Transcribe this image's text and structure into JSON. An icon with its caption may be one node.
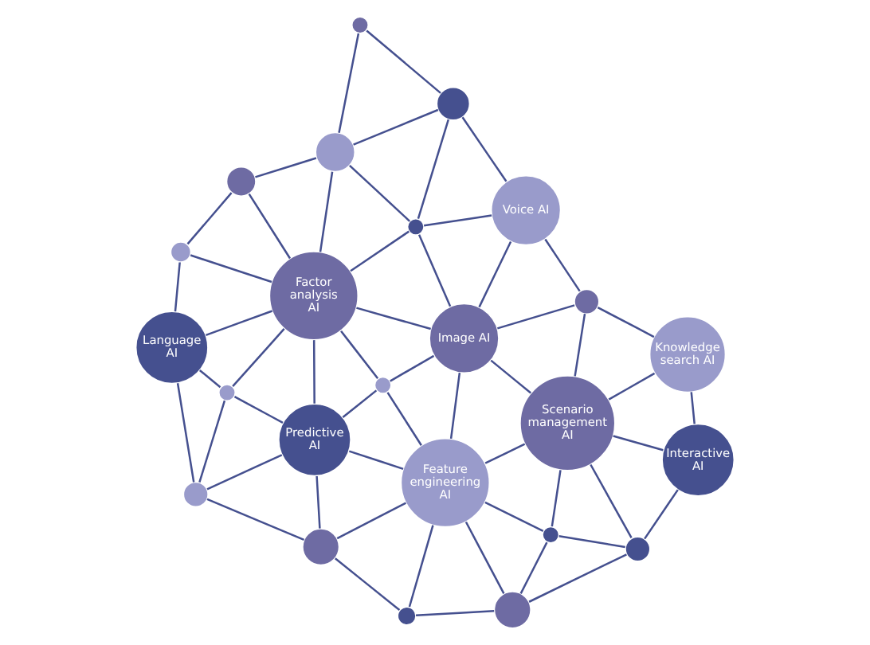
{
  "diagram": {
    "nodes": [
      {
        "text": [
          "Feature engineering AI"
        ]
      },
      {
        "text": [
          "Predictive AI"
        ]
      },
      {
        "text": [
          "Scenario management AI"
        ]
      },
      {
        "text": [
          "Interactive AI"
        ]
      },
      {
        "text": [
          "Language AI"
        ]
      },
      {
        "text": [
          "Image AI"
        ]
      },
      {
        "text": [
          "Factor analysis AI"
        ]
      },
      {
        "text": [
          "Knowledge search AI"
        ]
      },
      {
        "text": [
          "Voice AI"
        ]
      },
      {
        "text": [],
        "shape": "circle"
      },
      {
        "text": [],
        "shape": "circle"
      },
      {
        "text": [],
        "shape": "circle"
      },
      {
        "text": [],
        "shape": "circle"
      },
      {
        "text": [],
        "shape": "circle"
      },
      {
        "text": [],
        "shape": "circle"
      },
      {
        "text": [],
        "shape": "circle"
      },
      {
        "text": [],
        "shape": "circle"
      },
      {
        "text": [],
        "shape": "circle"
      },
      {
        "text": [],
        "shape": "circle"
      },
      {
        "text": [],
        "shape": "circle"
      },
      {
        "text": [],
        "shape": "circle"
      },
      {
        "text": [],
        "shape": "circle"
      },
      {
        "text": [],
        "shape": "circle"
      },
      {
        "text": [],
        "shape": "circle"
      }
    ],
    "edges": [
      {
        "from": 10,
        "to": 9,
        "arrow": "none"
      },
      {
        "from": 9,
        "to": 11,
        "arrow": "none"
      },
      {
        "from": 9,
        "to": 0,
        "arrow": "none"
      },
      {
        "from": 10,
        "to": 12,
        "arrow": "none"
      },
      {
        "from": 10,
        "to": 13,
        "arrow": "none"
      },
      {
        "from": 10,
        "to": 0,
        "arrow": "none"
      },
      {
        "from": 12,
        "to": 13,
        "arrow": "none"
      },
      {
        "from": 13,
        "to": 0,
        "arrow": "none"
      },
      {
        "from": 12,
        "to": 2,
        "arrow": "none"
      },
      {
        "from": 13,
        "to": 2,
        "arrow": "none"
      },
      {
        "from": 12,
        "to": 3,
        "arrow": "none"
      },
      {
        "from": 3,
        "to": 2,
        "arrow": "none"
      },
      {
        "from": 2,
        "to": 0,
        "arrow": "none"
      },
      {
        "from": 2,
        "to": 5,
        "arrow": "none"
      },
      {
        "from": 0,
        "to": 11,
        "arrow": "none"
      },
      {
        "from": 0,
        "to": 1,
        "arrow": "none"
      },
      {
        "from": 0,
        "to": 16,
        "arrow": "none"
      },
      {
        "from": 0,
        "to": 5,
        "arrow": "none"
      },
      {
        "from": 11,
        "to": 1,
        "arrow": "none"
      },
      {
        "from": 11,
        "to": 14,
        "arrow": "none"
      },
      {
        "from": 14,
        "to": 1,
        "arrow": "none"
      },
      {
        "from": 14,
        "to": 15,
        "arrow": "none"
      },
      {
        "from": 14,
        "to": 4,
        "arrow": "none"
      },
      {
        "from": 1,
        "to": 15,
        "arrow": "none"
      },
      {
        "from": 15,
        "to": 4,
        "arrow": "none"
      },
      {
        "from": 15,
        "to": 6,
        "arrow": "none"
      },
      {
        "from": 1,
        "to": 16,
        "arrow": "none"
      },
      {
        "from": 1,
        "to": 6,
        "arrow": "none"
      },
      {
        "from": 16,
        "to": 5,
        "arrow": "none"
      },
      {
        "from": 16,
        "to": 6,
        "arrow": "none"
      },
      {
        "from": 4,
        "to": 6,
        "arrow": "none"
      },
      {
        "from": 4,
        "to": 17,
        "arrow": "none"
      },
      {
        "from": 6,
        "to": 17,
        "arrow": "none"
      },
      {
        "from": 6,
        "to": 19,
        "arrow": "none"
      },
      {
        "from": 19,
        "to": 17,
        "arrow": "none"
      },
      {
        "from": 5,
        "to": 6,
        "arrow": "none"
      },
      {
        "from": 5,
        "to": 18,
        "arrow": "none"
      },
      {
        "from": 6,
        "to": 18,
        "arrow": "none"
      },
      {
        "from": 5,
        "to": 8,
        "arrow": "none"
      },
      {
        "from": 8,
        "to": 18,
        "arrow": "none"
      },
      {
        "from": 18,
        "to": 22,
        "arrow": "none"
      },
      {
        "from": 18,
        "to": 21,
        "arrow": "none"
      },
      {
        "from": 6,
        "to": 21,
        "arrow": "none"
      },
      {
        "from": 21,
        "to": 19,
        "arrow": "none"
      },
      {
        "from": 8,
        "to": 22,
        "arrow": "none"
      },
      {
        "from": 22,
        "to": 21,
        "arrow": "none"
      },
      {
        "from": 22,
        "to": 23,
        "arrow": "none"
      },
      {
        "from": 21,
        "to": 23,
        "arrow": "none"
      },
      {
        "from": 3,
        "to": 7,
        "arrow": "none"
      },
      {
        "from": 2,
        "to": 7,
        "arrow": "none"
      },
      {
        "from": 2,
        "to": 20,
        "arrow": "none"
      },
      {
        "from": 7,
        "to": 20,
        "arrow": "none"
      },
      {
        "from": 20,
        "to": 8,
        "arrow": "none"
      },
      {
        "from": 20,
        "to": 5,
        "arrow": "none"
      }
    ]
  }
}
